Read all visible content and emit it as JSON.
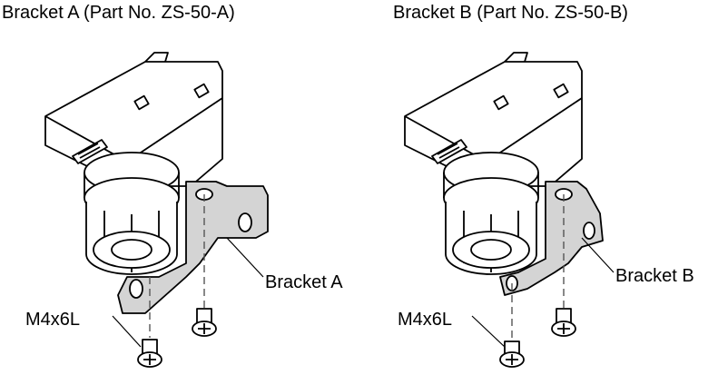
{
  "titles": {
    "left": "Bracket A (Part No. ZS-50-A)",
    "right": "Bracket B (Part No. ZS-50-B)"
  },
  "labels": {
    "bracket_a": "Bracket A",
    "bracket_b": "Bracket B",
    "screw_left": "M4x6L",
    "screw_right": "M4x6L"
  },
  "colors": {
    "line": "#000000",
    "bracket_fill": "#d4d4d4",
    "body_fill": "#ffffff",
    "dash": "#555555"
  }
}
